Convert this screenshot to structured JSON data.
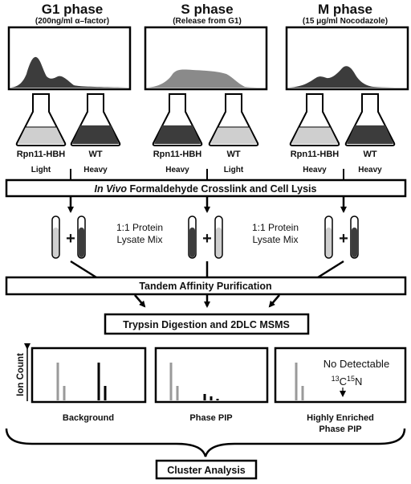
{
  "phases": [
    {
      "title": "G1 phase",
      "subtitle": "(200ng/ml α–factor)",
      "left_label": "Rpn11-HBH",
      "left_label_tag": "Light",
      "right_label": "WT",
      "right_label_tag": "Heavy"
    },
    {
      "title": "S phase",
      "subtitle": "(Release from G1)",
      "left_label": "Rpn11-HBH",
      "left_label_tag": "Heavy",
      "right_label": "WT",
      "right_label_tag": "Light"
    },
    {
      "title": "M phase",
      "subtitle": "(15 μg/ml Nocodazole)",
      "left_label": "Rpn11-HBH",
      "left_label_tag": "Heavy",
      "right_label": "WT",
      "right_label_tag": "Heavy"
    }
  ],
  "crosslink_box": {
    "italic": "In Vivo",
    "rest": " Formaldehyde Crosslink and Cell Lysis"
  },
  "mix_label_line1": "1:1 Protein",
  "mix_label_line2": "Lysate Mix",
  "plus": "+",
  "purification_box": "Tandem Affinity Purification",
  "digestion_box": "Trypsin Digestion and 2DLC MSMS",
  "ion_count_label": "Ion Count",
  "panels": [
    {
      "label_line1": "Background",
      "label_line2": ""
    },
    {
      "label_line1": "Phase PIP",
      "label_line2": ""
    },
    {
      "label_line1": "Highly Enriched",
      "label_line2": "Phase PIP"
    }
  ],
  "no_detectable": "No Detectable",
  "isotope_c": "13",
  "isotope_c_sym": "C",
  "isotope_n": "15",
  "isotope_n_sym": "N",
  "cluster_box": "Cluster Analysis",
  "colors": {
    "dark": "#3c3c3c",
    "light": "#cfcfcf",
    "gray_peak": "#9a9a9a",
    "black": "#000000"
  }
}
